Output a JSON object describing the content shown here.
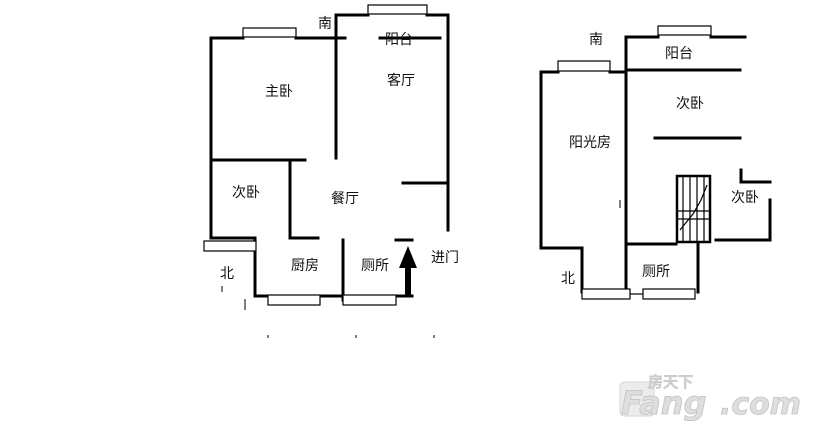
{
  "plan_left": {
    "south": "南",
    "north": "北",
    "balcony": "阳台",
    "living_room": "客厅",
    "master_bedroom": "主卧",
    "second_bedroom": "次卧",
    "dining_room": "餐厅",
    "kitchen": "厨房",
    "toilet": "厕所",
    "entrance": "进门"
  },
  "plan_right": {
    "south": "南",
    "north": "北",
    "balcony": "阳台",
    "second_bedroom_top": "次卧",
    "sunroom": "阳光房",
    "second_bedroom_side": "次卧",
    "toilet": "厕所"
  },
  "watermark": {
    "cn": "房天下",
    "brand": "Fang",
    "domain": ".com"
  }
}
